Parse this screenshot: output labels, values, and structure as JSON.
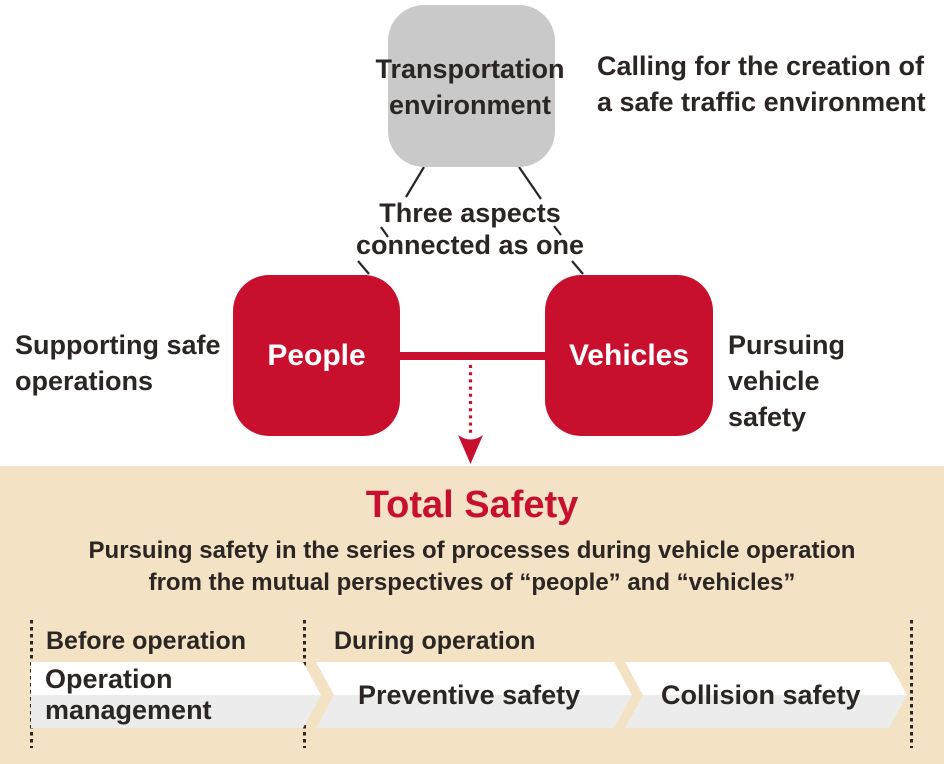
{
  "colors": {
    "accent_red": "#c8102e",
    "panel_beige": "#f4e2c4",
    "env_gray": "#c9c9c9",
    "text_dark": "#2b2523",
    "bar_top": "#ffffff",
    "bar_bottom": "#ececec"
  },
  "top": {
    "env_box_label": "Transportation\nenvironment",
    "env_caption": "Calling for the creation of\na safe traffic environment",
    "connector_caption": "Three aspects\nconnected as one",
    "people_label": "People",
    "people_caption": "Supporting safe\noperations",
    "vehicles_label": "Vehicles",
    "vehicles_caption": "Pursuing vehicle\nsafety"
  },
  "total_safety": {
    "title": "Total Safety",
    "description": "Pursuing safety in the series of processes during vehicle operation\nfrom the mutual perspectives of “people” and “vehicles”",
    "phases": [
      {
        "label": "Before operation"
      },
      {
        "label": "During operation"
      }
    ],
    "steps": [
      {
        "label": "Operation\nmanagement"
      },
      {
        "label": "Preventive safety"
      },
      {
        "label": "Collision safety"
      }
    ]
  }
}
